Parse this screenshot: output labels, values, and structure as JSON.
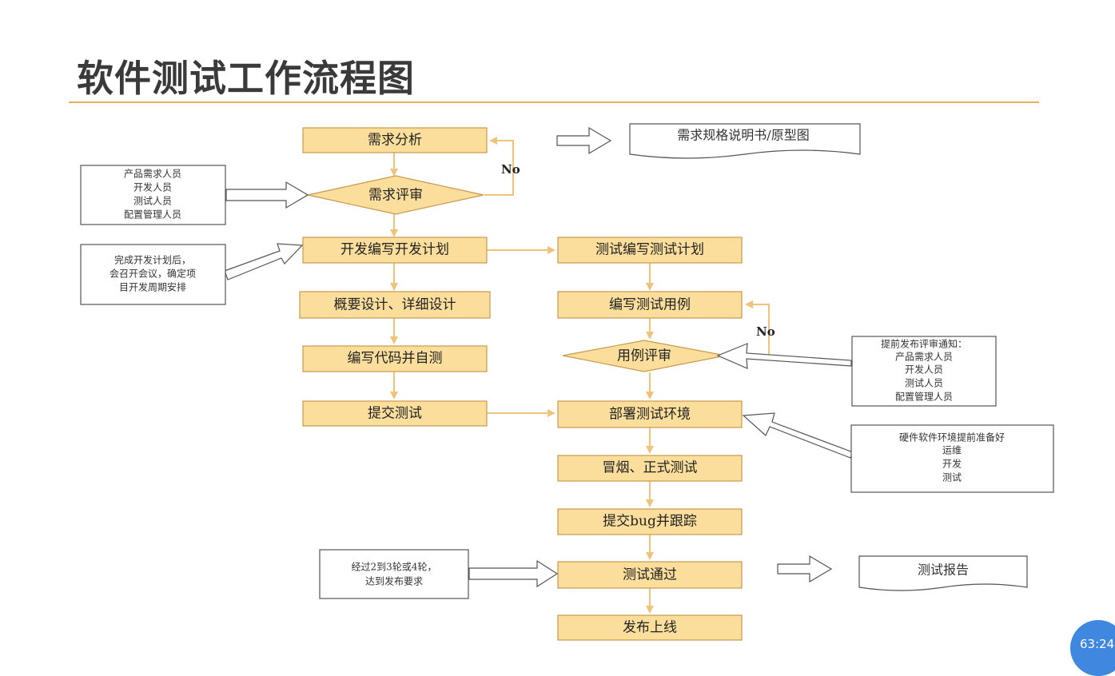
{
  "title": "软件测试工作流程图",
  "colors": {
    "node_fill": "#fbdd9c",
    "node_stroke": "#c89a4e",
    "arrow": "#f0c37a",
    "rule": "#e8b05a"
  },
  "nodes": {
    "req_analysis": "需求分析",
    "req_review": "需求评审",
    "dev_plan": "开发编写开发计划",
    "design": "概要设计、详细设计",
    "coding": "编写代码并自测",
    "submit_test": "提交测试",
    "test_plan": "测试编写测试计划",
    "write_cases": "编写测试用例",
    "case_review": "用例评审",
    "deploy_env": "部署测试环境",
    "smoke_test": "冒烟、正式测试",
    "submit_bug": "提交bug并跟踪",
    "test_pass": "测试通过",
    "release": "发布上线"
  },
  "labels": {
    "no_1": "No",
    "no_2": "No"
  },
  "documents": {
    "spec": "需求规格说明书/原型图",
    "report": "测试报告"
  },
  "notes": {
    "participants": [
      "产品需求人员",
      "开发人员",
      "测试人员",
      "配置管理人员"
    ],
    "plan_meeting": [
      "完成开发计划后，",
      "会召开会议，确定项",
      "目开发周期安排"
    ],
    "review_notice": [
      "提前发布评审通知：",
      "产品需求人员",
      "开发人员",
      "测试人员",
      "配置管理人员"
    ],
    "env_prep": [
      "硬件软件环境提前准备好",
      "运维",
      "开发",
      "测试"
    ],
    "rounds": [
      "经过2到3轮或4轮，",
      "达到发布要求"
    ]
  },
  "timer": "63:24"
}
